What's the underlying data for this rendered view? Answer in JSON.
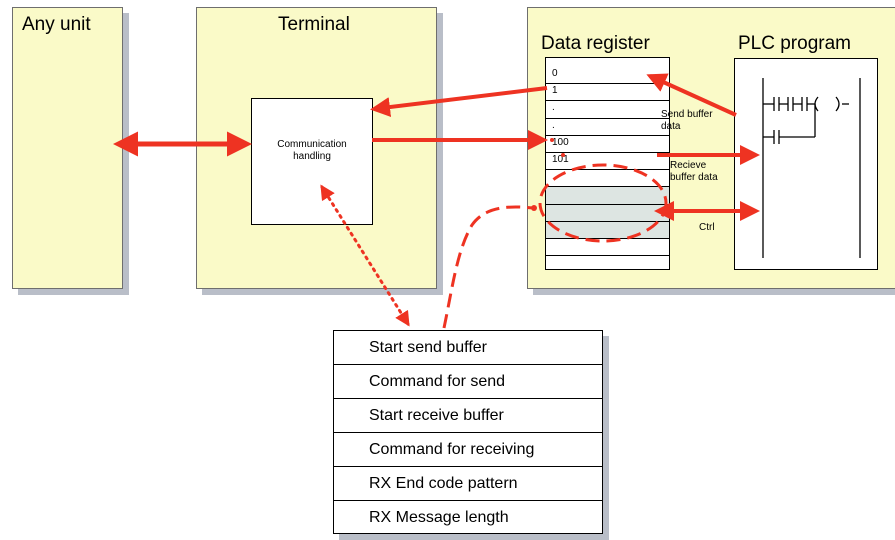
{
  "panels": {
    "any_unit": {
      "title": "Any unit"
    },
    "terminal": {
      "title": "Terminal",
      "box_label": "Communication handling"
    },
    "plc_area": {
      "data_register_title": "Data register",
      "plc_program_title": "PLC program"
    }
  },
  "register_rows": [
    "0",
    "1",
    ".",
    ".",
    "100",
    "101",
    "",
    "",
    "",
    "",
    "",
    ""
  ],
  "labels": {
    "send_buffer": "Send buffer data",
    "receive_buffer": "Recieve buffer data",
    "ctrl": "Ctrl"
  },
  "command_rows": [
    "Start send buffer",
    "Command for send",
    "Start receive buffer",
    "Command for receiving",
    "RX End code pattern",
    "RX Message length"
  ],
  "colors": {
    "panel": "#fafac8",
    "arrow": "#ee3322",
    "shaded": "#dde5e2"
  }
}
